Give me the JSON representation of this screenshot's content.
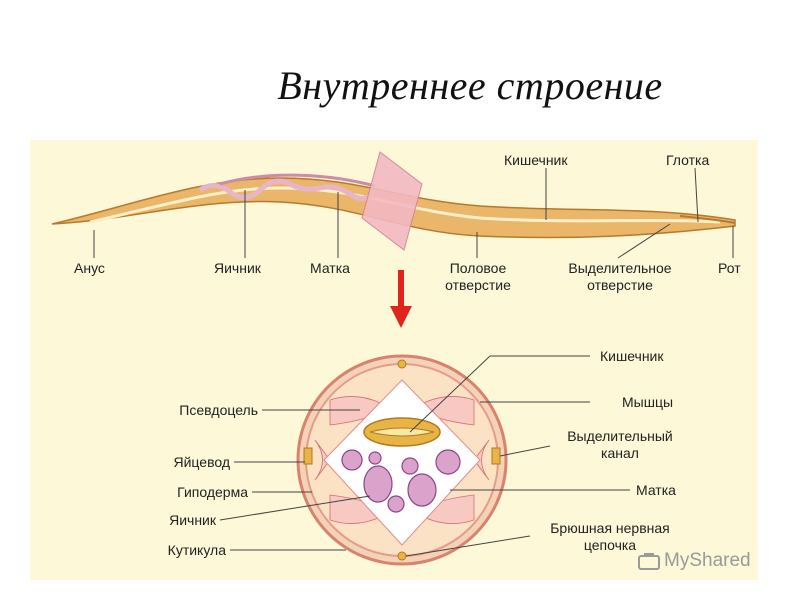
{
  "title": "Внутреннее строение",
  "top_labels": {
    "intestine": "Кишечник",
    "pharynx": "Глотка",
    "anus": "Анус",
    "ovary": "Яичник",
    "uterus": "Матка",
    "genital_pore": "Половое отверстие",
    "excretory_pore": "Выделительное отверстие",
    "mouth": "Рот"
  },
  "section_labels": {
    "intestine": "Кишечник",
    "muscles": "Мышцы",
    "excretory_canal": "Выделительный канал",
    "uterus": "Матка",
    "ventral_nerve_cord": "Брюшная нервная цепочка",
    "pseudocoel": "Псевдоцель",
    "oviduct": "Яйцевод",
    "hypodermis": "Гиподерма",
    "ovary": "Яичник",
    "cuticle": "Кутикула"
  },
  "watermark": "MyShared",
  "colors": {
    "panel_bg": "#fcf8d8",
    "worm_body": "#e9b66a",
    "cuticle": "#e79b8a",
    "muscle": "#f7c9c2",
    "arrow": "#e0241b",
    "intestine": "#e8b347",
    "egg": "#b56aa8"
  }
}
